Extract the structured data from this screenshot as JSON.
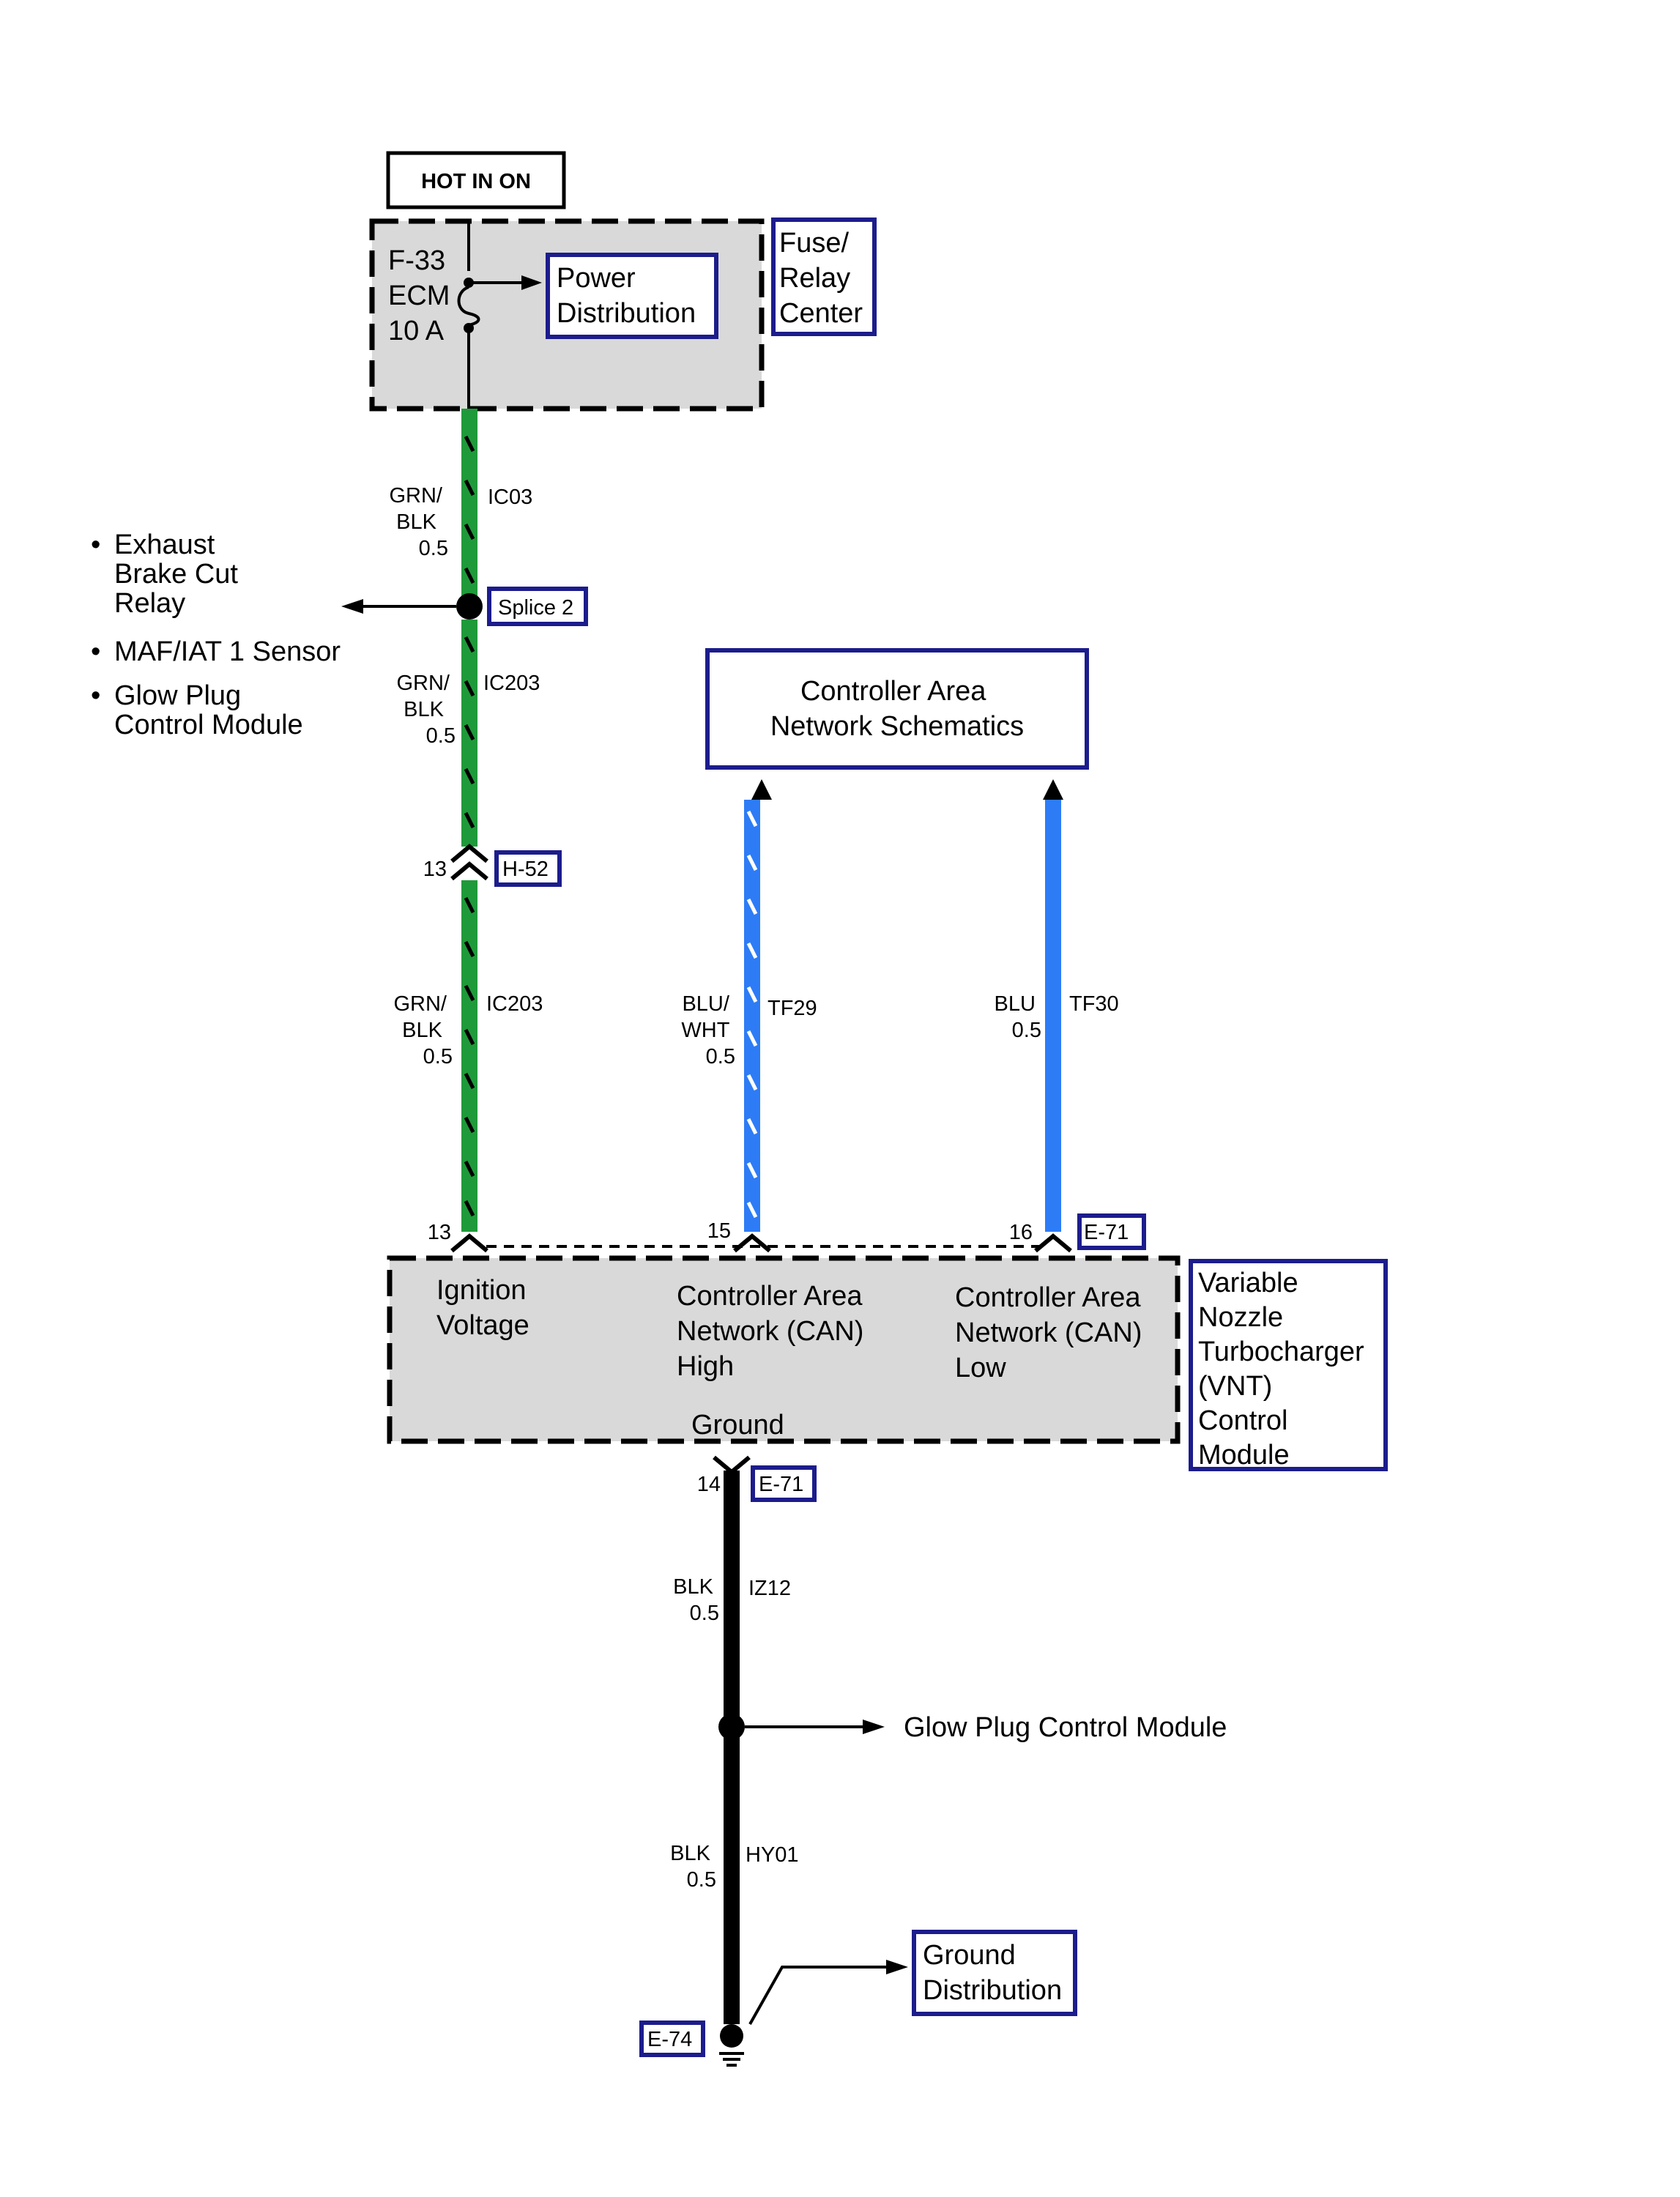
{
  "power_source": {
    "label": "HOT IN ON"
  },
  "fuse_relay_center": {
    "fuse_label_lines": [
      "F-33",
      "ECM",
      "10 A"
    ],
    "power_distribution_lines": [
      "Power",
      "Distribution"
    ],
    "center_label_lines": [
      "Fuse/",
      "Relay",
      "Center"
    ]
  },
  "wires": {
    "ic03": {
      "color_lines": [
        "GRN/",
        "BLK",
        "0.5"
      ],
      "circuit": "IC03",
      "color_hex": "#1f9a3a"
    },
    "ic203_upper": {
      "color_lines": [
        "GRN/",
        "BLK",
        "0.5"
      ],
      "circuit": "IC203"
    },
    "ic203_lower": {
      "color_lines": [
        "GRN/",
        "BLK",
        "0.5"
      ],
      "circuit": "IC203"
    },
    "tf29": {
      "color_lines": [
        "BLU/",
        "WHT",
        "0.5"
      ],
      "circuit": "TF29",
      "color_hex": "#2d7cf6"
    },
    "tf30": {
      "color_lines": [
        "BLU",
        "0.5"
      ],
      "circuit": "TF30",
      "color_hex": "#2d7cf6"
    },
    "iz12": {
      "color_lines": [
        "BLK",
        "0.5"
      ],
      "circuit": "IZ12"
    },
    "hy01": {
      "color_lines": [
        "BLK",
        "0.5"
      ],
      "circuit": "HY01"
    }
  },
  "splice": {
    "label": "Splice 2",
    "destinations": [
      {
        "lines": [
          "Exhaust",
          "Brake Cut",
          "Relay"
        ]
      },
      {
        "lines": [
          "MAF/IAT 1 Sensor"
        ]
      },
      {
        "lines": [
          "Glow Plug",
          "Control Module"
        ]
      }
    ]
  },
  "connectors": {
    "h52": {
      "label": "H-52",
      "pin": "13"
    },
    "e71_top": {
      "label": "E-71",
      "pins": [
        "13",
        "15",
        "16"
      ]
    },
    "e71_bottom": {
      "label": "E-71",
      "pin": "14"
    },
    "e74": {
      "label": "E-74"
    }
  },
  "can_schematics": {
    "lines": [
      "Controller Area",
      "Network Schematics"
    ]
  },
  "module": {
    "name_lines": [
      "Variable",
      "Nozzle",
      "Turbocharger",
      "(VNT)",
      "Control",
      "Module"
    ],
    "pins": {
      "ignition": [
        "Ignition",
        "Voltage"
      ],
      "can_high": [
        "Controller Area",
        "Network (CAN)",
        "High"
      ],
      "can_low": [
        "Controller Area",
        "Network (CAN)",
        "Low"
      ],
      "ground": "Ground"
    }
  },
  "ground_splice": {
    "destination": "Glow Plug Control Module"
  },
  "ground_distribution": {
    "lines": [
      "Ground",
      "Distribution"
    ]
  }
}
